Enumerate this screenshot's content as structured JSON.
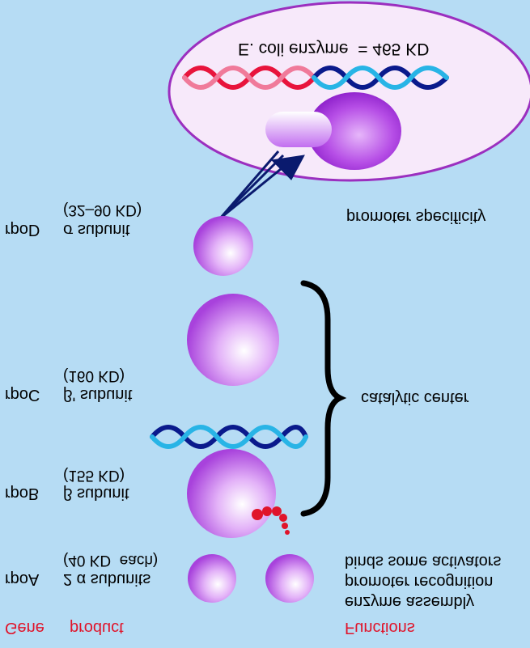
{
  "enzyme": {
    "caption": "E. coli enzyme  = 465 KD"
  },
  "rows": [
    {
      "gene": "rpoD",
      "product": "σ subunit",
      "mass": "(32–90 KD)",
      "function": "promoter specificity"
    },
    {
      "gene": "rpoC",
      "product": "β' subunit",
      "mass": "(160 KD)",
      "function": "catalytic center"
    },
    {
      "gene": "rpoB",
      "product": "β subunit",
      "mass": "(155 KD)"
    },
    {
      "gene": "rpoA",
      "product": "2 α subunits",
      "mass": "(40 KD  each)",
      "functions": [
        "binds some activators",
        "promoter recognition",
        "enzyme assembly"
      ]
    }
  ],
  "headers": {
    "gene": "Gene",
    "product": "product",
    "functions": "Functions"
  },
  "colors": {
    "background": "#b6dcf4",
    "subunit": "#b048e0",
    "dna_dark": "#0a1a8c",
    "dna_light": "#28b4e6",
    "dna_red": "#e8143c",
    "dna_pink": "#f07a9a",
    "arrow": "#0a1a6e",
    "header_text": "#e0142a"
  },
  "icons": [
    "dna-helix-icon",
    "sigma-arrow-icon",
    "curly-brace-icon",
    "activator-chain-icon"
  ]
}
